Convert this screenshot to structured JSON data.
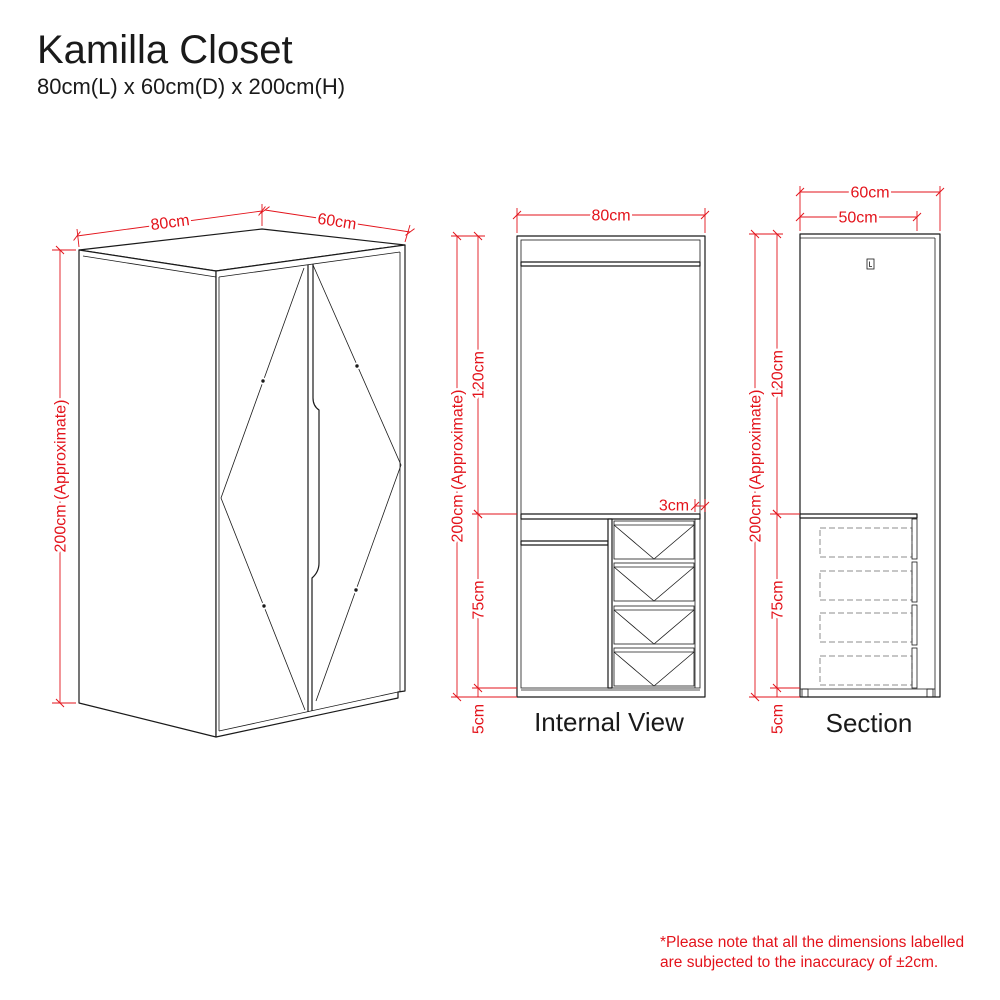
{
  "title": "Kamilla Closet",
  "subtitle": "80cm(L) x 60cm(D) x 200cm(H)",
  "perspective_view": {
    "width_label": "80cm",
    "depth_label": "60cm",
    "height_label": "200cm (Approximate)"
  },
  "internal_view": {
    "caption": "Internal View",
    "width_label": "80cm",
    "height_label": "200cm (Approximate)",
    "upper_label": "120cm",
    "lower_label": "75cm",
    "base_label": "5cm",
    "gap_label": "3cm"
  },
  "section_view": {
    "caption": "Section",
    "depth_label": "60cm",
    "inner_depth_label": "50cm",
    "height_label": "200cm (Approximate)",
    "upper_label": "120cm",
    "lower_label": "75cm",
    "base_label": "5cm"
  },
  "note": {
    "line1": "*Please note that all the dimensions labelled",
    "line2": "are subjected to the inaccuracy of ±2cm."
  },
  "colors": {
    "outline": "#1a1a1a",
    "dimension": "#e3131b",
    "hidden_line": "#8c8c8c"
  }
}
